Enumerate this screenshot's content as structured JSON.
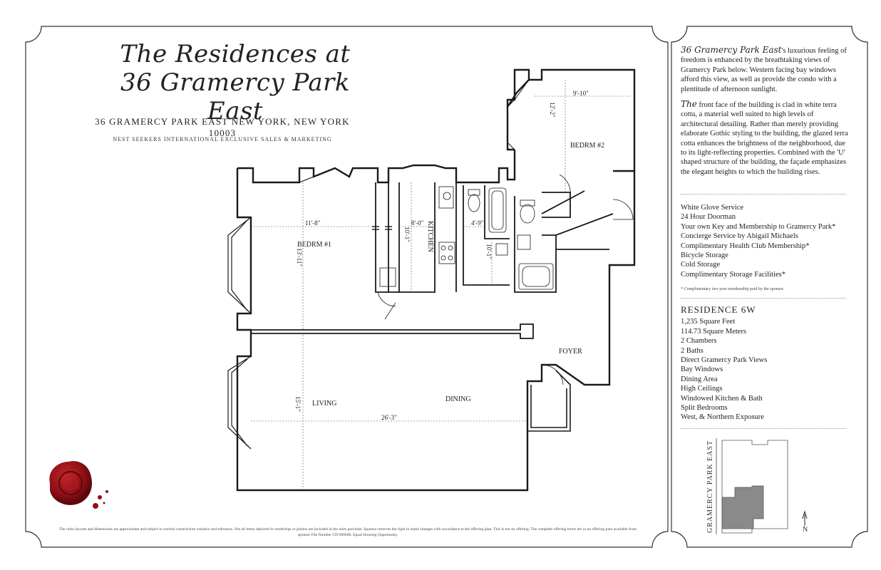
{
  "brochure": {
    "title_line1": "The Residences at",
    "title_line2": "36 Gramercy Park East",
    "address": "36 GRAMERCY PARK EAST NEW YORK, NEW YORK 10003",
    "tagline": "NEST SEEKERS INTERNATIONAL EXCLUSIVE SALES & MARKETING",
    "disclaimer": "The units layouts and dimensions are approximate and subject to normal construction variance and tolerance. Not all items depicted in renderings or photos are included in the units purchase. Sponsor reserves the right to make changes with accordance to the offering plan. This is not an offering. The complete offering terms are in an offering plan available from sponsor File Number CD 080600. Equal Housing Opportunity."
  },
  "floorplan": {
    "rooms": {
      "bedroom1": "BEDRM #1",
      "bedroom2": "BEDRM #2",
      "kitchen": "KITCHEN",
      "living": "LIVING",
      "dining": "DINING",
      "foyer": "FOYER"
    },
    "dimensions": {
      "bed1_width": "11'-8\"",
      "bed1_length": "13'-11\"",
      "bed2_width": "9'-10\"",
      "bed2_length": "12'-2\"",
      "kitchen_width": "8'-0\"",
      "kitchen_length": "10'-1\"",
      "bath_width": "4'-9\"",
      "bath_length": "10'-1\"",
      "living_width": "26'-3\"",
      "living_length": "15'-1\""
    }
  },
  "sidebar": {
    "intro_dropcap": "36 Gramercy Park East",
    "intro_text": "'s luxurious feeling of freedom is enhanced by the breathtaking views of Gramercy Park below. Western facing bay windows afford this view, as well as provide the condo with a plentitude of afternoon sunlight.",
    "facade_dropcap": "The",
    "facade_text": " front face of the building is clad in white terra cotta, a material well suited to high levels of architectural detailing. Rather than merely providing elaborate Gothic styling to the building, the glazed terra cotta enhances the brightness of the neighborhood, due to its light-reflecting properties. Combined with the 'U' shaped structure of the building, the façade emphasizes the elegant heights to which the building rises.",
    "amenities": [
      "White Glove Service",
      "24 Hour Doorman",
      "Your own Key and Membership to Gramercy Park*",
      "Concierge Service by Abigail Michaels",
      "Complimentary Health Club Membership*",
      "Bicycle Storage",
      "Cold Storage",
      "Complimentary Storage Facilities*"
    ],
    "footnote": "* Complimentary two year membership paid by the sponsor.",
    "residence_title": "RESIDENCE 6W",
    "residence_features": [
      "1,235 Square Feet",
      "114.73 Square Meters",
      "2 Chambers",
      "2 Baths",
      "Direct Gramercy Park Views",
      "Bay Windows",
      "Dining Area",
      "High Ceilings",
      "Windowed Kitchen & Bath",
      "Split Bedrooms",
      "West, & Northern Exposure"
    ],
    "map_street": "GRAMERCY PARK EAST",
    "map_north": "N"
  },
  "colors": {
    "wax_seal": "#8e1016",
    "plan_line": "#1a1a1a",
    "highlight_unit": "#8a8a8a"
  }
}
